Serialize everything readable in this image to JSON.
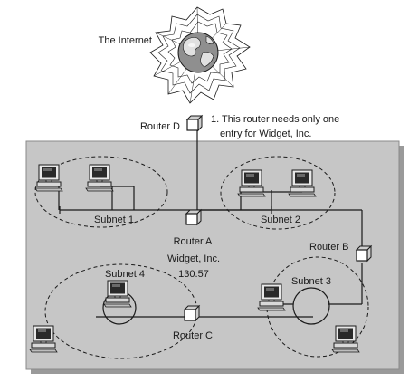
{
  "internet": {
    "label": "The Internet",
    "icon": "globe-icon"
  },
  "routers": {
    "d": {
      "label": "Router D"
    },
    "a": {
      "label": "Router A"
    },
    "b": {
      "label": "Router B"
    },
    "c": {
      "label": "Router C"
    }
  },
  "note": {
    "line1": "1. This router needs only one",
    "line2": "entry for Widget, Inc."
  },
  "network": {
    "name": "Widget, Inc.",
    "address": "130.57"
  },
  "subnets": [
    {
      "label": "Subnet 1"
    },
    {
      "label": "Subnet 2"
    },
    {
      "label": "Subnet 3"
    },
    {
      "label": "Subnet 4"
    }
  ],
  "colors": {
    "network_area": "#c6c6c6",
    "network_shadow": "#9a9a9a",
    "line": "#1a1a1a"
  }
}
